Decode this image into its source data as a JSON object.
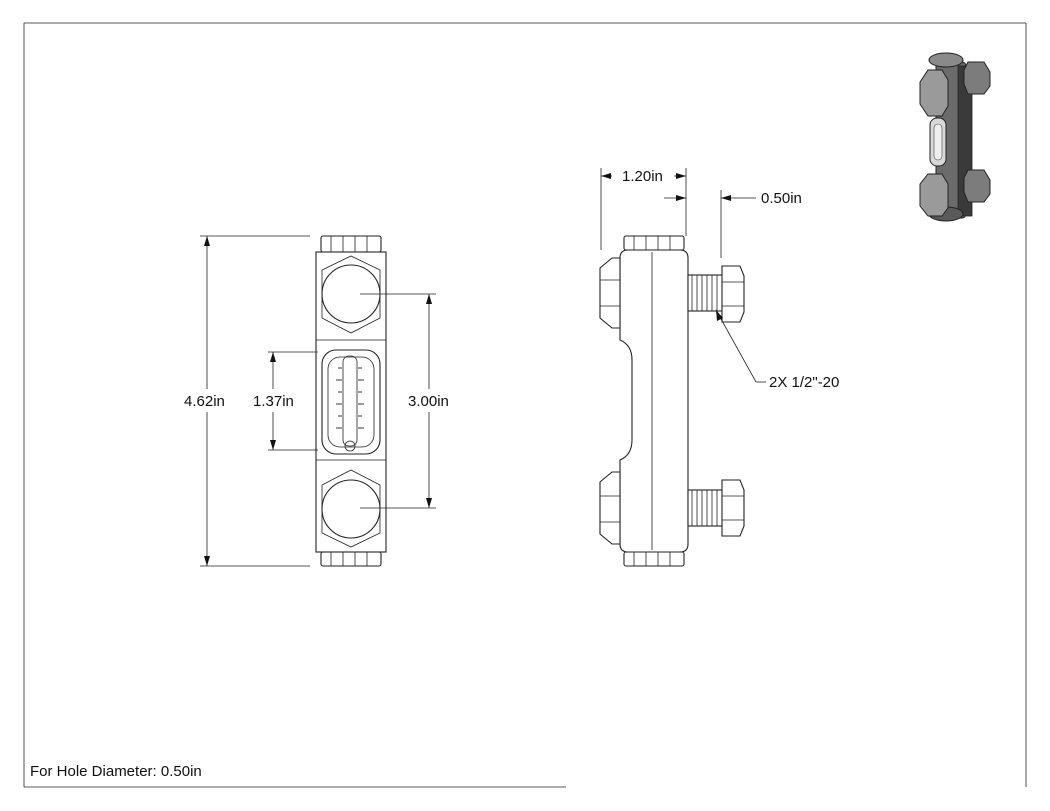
{
  "front_view": {
    "dims": {
      "overall_height": "4.62in",
      "window_height": "1.37in",
      "bolt_spacing": "3.00in"
    }
  },
  "side_view": {
    "dims": {
      "body_width": "1.20in",
      "thread_length": "0.50in",
      "thread_callout": "2X 1/2\"-20"
    }
  },
  "note": {
    "hole_diameter": "For Hole Diameter: 0.50in"
  }
}
